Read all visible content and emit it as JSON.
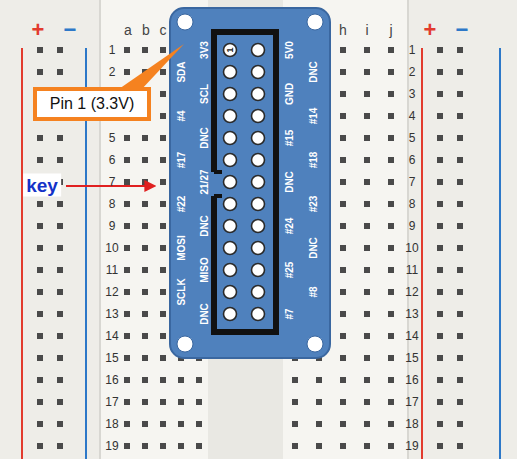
{
  "diagram": {
    "nodes": [
      {
        "text": [
          "Pin 1 (3.3V)"
        ]
      }
    ],
    "labels": [
      "+",
      "−",
      "+",
      "−",
      "a",
      "b",
      "c",
      "h",
      "i",
      "j",
      "1",
      "2",
      "5",
      "6",
      "7",
      "8",
      "9",
      "10",
      "11",
      "12",
      "13",
      "14",
      "15",
      "16",
      "17",
      "18",
      "19",
      "1",
      "2",
      "3",
      "4",
      "5",
      "6",
      "7",
      "8",
      "9",
      "10",
      "11",
      "12",
      "13",
      "14",
      "15",
      "16",
      "17",
      "18",
      "19",
      "3V3",
      "SDA",
      "SCL",
      "#4",
      "DNC",
      "#17",
      "21/27",
      "#22",
      "DNC",
      "MOSI",
      "MISO",
      "SCLK",
      "DNC",
      "5V0",
      "DNC",
      "GND",
      "#14",
      "#15",
      "#18",
      "DNC",
      "#23",
      "#24",
      "DNC",
      "#25",
      "#8",
      "#7",
      "1",
      "key"
    ]
  }
}
